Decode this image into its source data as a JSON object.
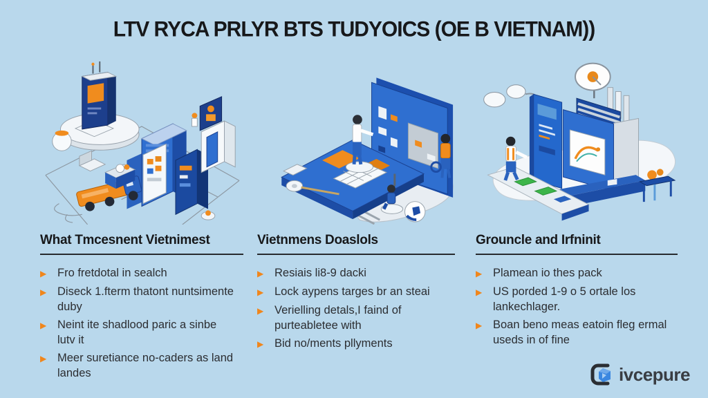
{
  "title": "LTV RYCA PRLYR BTS TUDYOICS (OE B VIETNAM))",
  "ui": {
    "bullet_marker": "▶"
  },
  "colors": {
    "background": "#b9d8ec",
    "accent_orange": "#f0861c",
    "primary_blue": "#2f6fd0",
    "dark_navy": "#1d4da6",
    "heading_text": "#17181a",
    "body_text": "#2b2d31"
  },
  "columns": [
    {
      "heading": "What Tmcesnent Vietnimest",
      "illustration": "isometric-city-logistics",
      "bullets": [
        "Fro fretdotal in sealch",
        "Diseck 1.fterm thatont nuntsimente duby",
        "Neint ite shadlood paric a sinbe lutv it",
        "Meer suretiance no-caders as land landes"
      ]
    },
    {
      "heading": "Vietnmens Doaslols",
      "illustration": "isometric-circuit-board-assembly",
      "bullets": [
        "Resiais li8-9 dacki",
        "Lock aypens targes br an steai",
        "Verielling detals,I faind of purteabletee with",
        "Bid no/ments pllyments"
      ]
    },
    {
      "heading": "Grouncle and Irfninit",
      "illustration": "isometric-machine-dashboard",
      "bullets": [
        "Plamean io thes pack",
        "US porded 1-9 o 5 ortale los lankechlager.",
        "Boan beno meas eatoin fleg ermal useds in of fine"
      ]
    }
  ],
  "logo": {
    "text": "ivcepure"
  }
}
